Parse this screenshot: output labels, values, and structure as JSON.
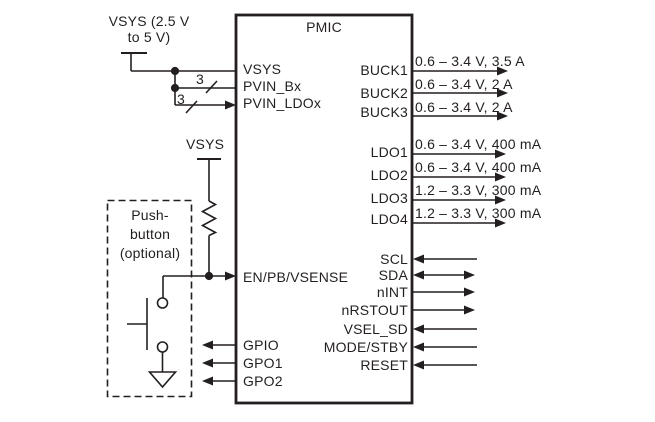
{
  "diagram": {
    "chip_title": "PMIC",
    "power_input": {
      "line1": "VSYS (2.5 V",
      "line2": "to 5 V)"
    },
    "pullup_label": "VSYS",
    "bus_width_pvin_bx": "3",
    "bus_width_pvin_ldox": "3",
    "pushbutton": {
      "line1": "Push-",
      "line2": "button",
      "line3": "(optional)"
    },
    "left_pins": {
      "vsys": "VSYS",
      "pvin_bx": "PVIN_Bx",
      "pvin_ldox": "PVIN_LDOx",
      "en_pb_vsense": "EN/PB/VSENSE",
      "gpio": "GPIO",
      "gpo1": "GPO1",
      "gpo2": "GPO2"
    },
    "right_pins": {
      "buck1": "BUCK1",
      "buck2": "BUCK2",
      "buck3": "BUCK3",
      "ldo1": "LDO1",
      "ldo2": "LDO2",
      "ldo3": "LDO3",
      "ldo4": "LDO4",
      "scl": "SCL",
      "sda": "SDA",
      "nint": "nINT",
      "nrstout": "nRSTOUT",
      "vsel_sd": "VSEL_SD",
      "mode_stby": "MODE/STBY",
      "reset": "RESET"
    },
    "output_ratings": {
      "buck1": "0.6 – 3.4 V, 3.5 A",
      "buck2": "0.6 – 3.4 V, 2 A",
      "buck3": "0.6 – 3.4 V, 2 A",
      "ldo1": "0.6 – 3.4 V, 400 mA",
      "ldo2": "0.6 – 3.4 V, 400 mA",
      "ldo3": "1.2 – 3.3 V, 300 mA",
      "ldo4": "1.2 – 3.3 V, 300 mA"
    },
    "colors": {
      "line": "#231f20",
      "background": "#ffffff"
    }
  }
}
